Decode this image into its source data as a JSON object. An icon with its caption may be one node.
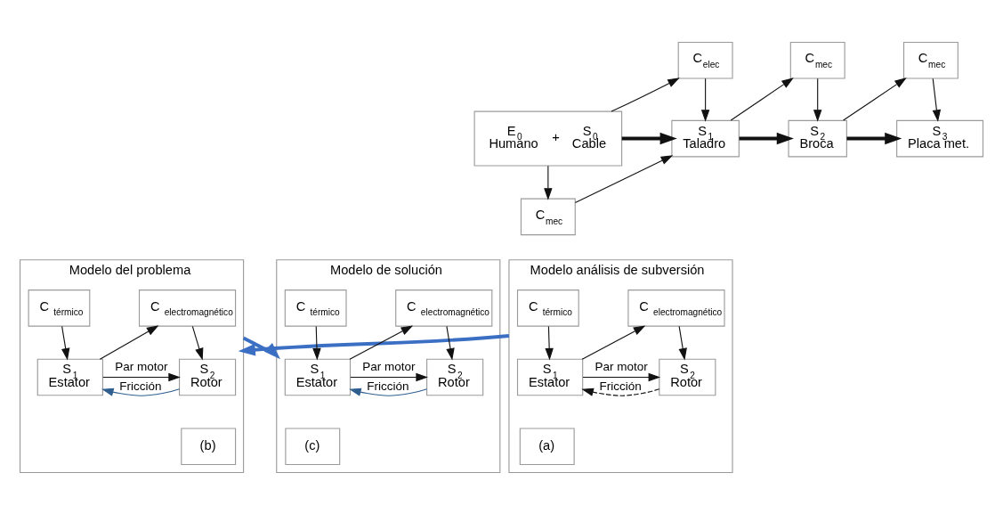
{
  "diagram": {
    "nodes": [
      {
        "text": [
          "E$_{0}$",
          "Humano",
          "+",
          "S$_{0}$",
          "Cable"
        ]
      },
      {
        "text": [
          "C$_{elec}$"
        ]
      },
      {
        "text": [
          "C$_{mec}$"
        ]
      },
      {
        "text": [
          "S$_{1}$",
          "Taladro"
        ]
      },
      {
        "text": [
          "C$_{mec}$"
        ]
      },
      {
        "text": [
          "S$_{2}$",
          "Broca"
        ]
      },
      {
        "text": [
          "C$_{mec}$"
        ]
      },
      {
        "text": [
          "S$_{3}$",
          "Placa met."
        ]
      },
      {
        "text": [
          "Modelo análisis de subversión"
        ]
      },
      {
        "text": [
          "C $_{térmico}$"
        ],
        "in": 8
      },
      {
        "text": [
          "C $_{electromagnético}$"
        ],
        "in": 8
      },
      {
        "text": [
          "S$_{1}$",
          "Estator"
        ],
        "in": 8
      },
      {
        "text": [
          "S$_{2}$",
          "Rotor"
        ],
        "in": 8
      },
      {
        "text": [
          "(a)"
        ],
        "in": 8
      },
      {
        "text": [
          "Modelo del problema"
        ]
      },
      {
        "text": [
          "C $_{térmico}$"
        ],
        "in": 14
      },
      {
        "text": [
          "C $_{electromagnético}$"
        ],
        "in": 14
      },
      {
        "text": [
          "S$_{1}$",
          "Estator"
        ],
        "in": 14
      },
      {
        "text": [
          "S$_{2}$",
          "Rotor"
        ],
        "in": 14
      },
      {
        "text": [
          "(b)"
        ],
        "in": 14
      },
      {
        "text": [
          "Modelo de solución"
        ]
      },
      {
        "text": [
          "C $_{térmico}$"
        ],
        "in": 20
      },
      {
        "text": [
          "C $_{electromagnético}$"
        ],
        "in": 20
      },
      {
        "text": [
          "S$_{1}$",
          "Estator"
        ],
        "in": 20
      },
      {
        "text": [
          "S$_{2}$",
          "Rotor"
        ],
        "in": 20
      },
      {
        "text": [
          "(c)"
        ],
        "in": 20
      }
    ],
    "edges": [
      {
        "from": 0,
        "to": 1,
        "arrow": "to"
      },
      {
        "from": 1,
        "to": 3,
        "arrow": "to"
      },
      {
        "from": 0,
        "to": 3,
        "arrow": "to",
        "style": "thick"
      },
      {
        "from": 0,
        "to": 2,
        "arrow": "to"
      },
      {
        "from": 2,
        "to": 3,
        "arrow": "to"
      },
      {
        "from": 3,
        "to": 4,
        "arrow": "to"
      },
      {
        "from": 4,
        "to": 5,
        "arrow": "to"
      },
      {
        "from": 3,
        "to": 5,
        "arrow": "to",
        "style": "thick"
      },
      {
        "from": 5,
        "to": 6,
        "arrow": "to"
      },
      {
        "from": 6,
        "to": 7,
        "arrow": "to"
      },
      {
        "from": 5,
        "to": 7,
        "arrow": "to",
        "style": "thick"
      },
      {
        "from": 9,
        "to": 11,
        "arrow": "to"
      },
      {
        "from": 11,
        "to": 10,
        "arrow": "to"
      },
      {
        "from": 10,
        "to": 12,
        "arrow": "to"
      },
      {
        "from": 12,
        "to": 11,
        "arrow": "to",
        "label": "Fricción",
        "style": "dashed"
      },
      {
        "from": 11,
        "to": 12,
        "arrow": "to",
        "label": "Par motor"
      },
      {
        "from": 15,
        "to": 17,
        "arrow": "to"
      },
      {
        "from": 17,
        "to": 16,
        "arrow": "to"
      },
      {
        "from": 16,
        "to": 18,
        "arrow": "to"
      },
      {
        "from": 18,
        "to": 17,
        "arrow": "to",
        "label": "Fricción",
        "color": "#2f5f8f"
      },
      {
        "from": 17,
        "to": 18,
        "arrow": "to",
        "label": "Par motor"
      },
      {
        "from": 21,
        "to": 23,
        "arrow": "to"
      },
      {
        "from": 23,
        "to": 22,
        "arrow": "to"
      },
      {
        "from": 22,
        "to": 24,
        "arrow": "to"
      },
      {
        "from": 24,
        "to": 23,
        "arrow": "to",
        "label": "Fricción",
        "color": "#2f5f8f"
      },
      {
        "from": 23,
        "to": 24,
        "arrow": "to",
        "label": "Par motor"
      },
      {
        "from": 8,
        "to": 14,
        "arrow": "to",
        "style": "thick",
        "color": "#3b6fc4"
      },
      {
        "from": 14,
        "to": 20,
        "arrow": "to",
        "style": "thick",
        "color": "#3b6fc4"
      }
    ]
  }
}
